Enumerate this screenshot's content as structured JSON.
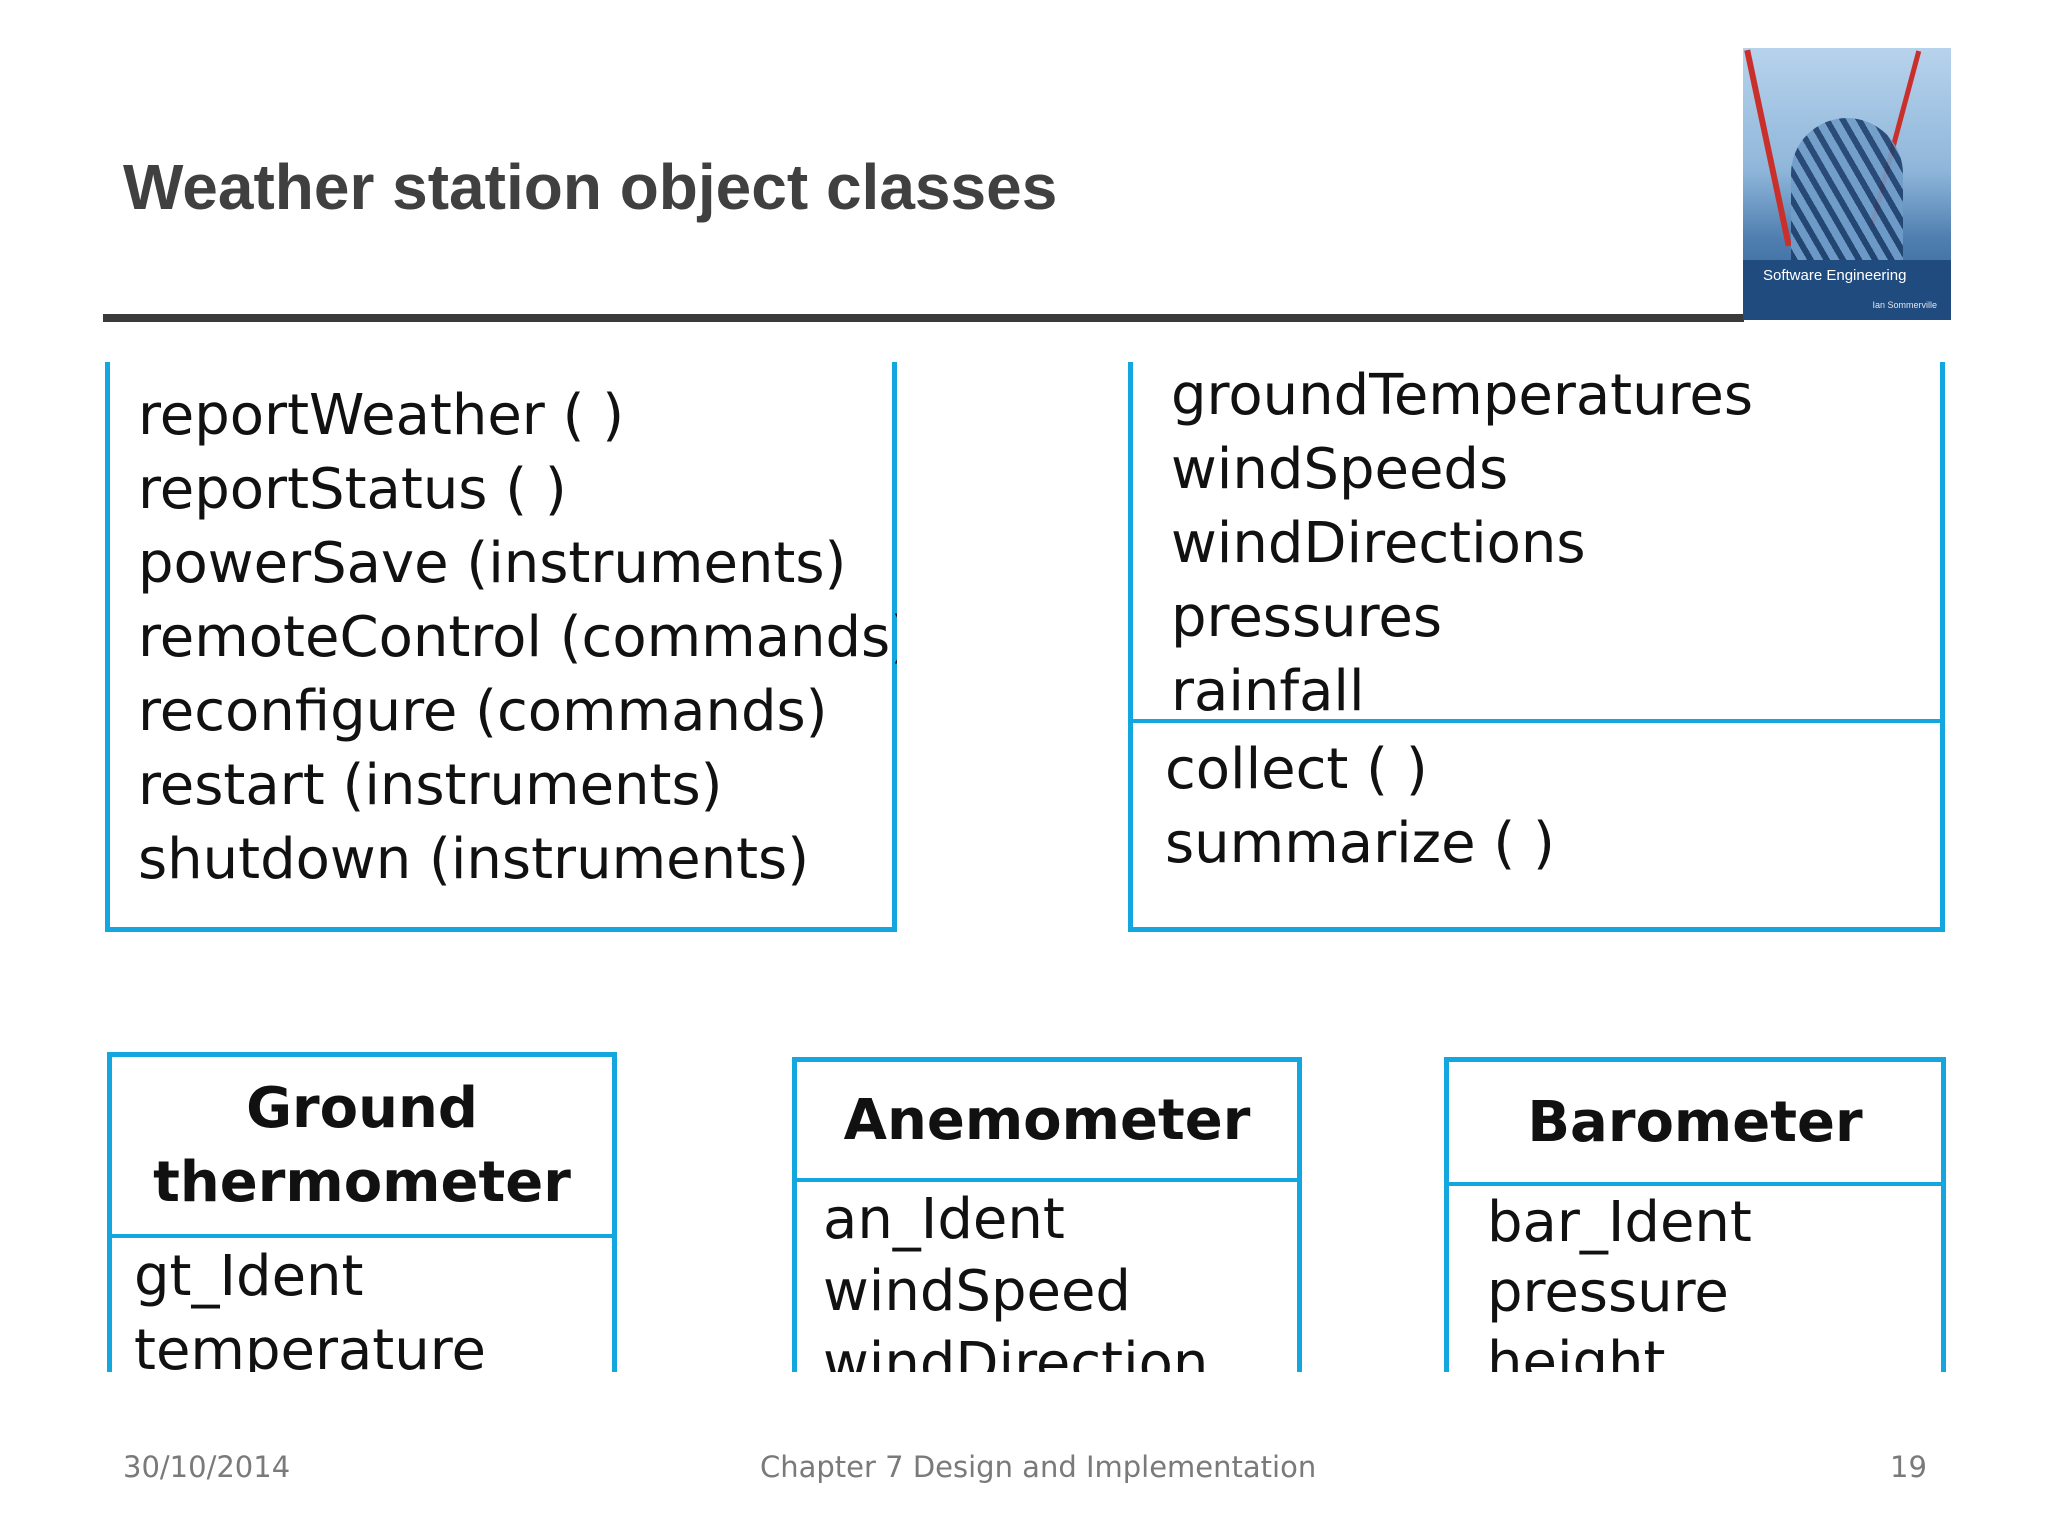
{
  "slide": {
    "title": "Weather station object classes"
  },
  "cover": {
    "title": "Software Engineering",
    "author": "Ian Sommerville"
  },
  "weather_station_ops": [
    "reportWeather ( )",
    "reportStatus ( )",
    "powerSave (instruments)",
    "remoteControl (commands)",
    "reconfigure (commands)",
    "restart (instruments)",
    "shutdown (instruments)"
  ],
  "weather_data": {
    "attributes": [
      "groundTemperatures",
      "windSpeeds",
      "windDirections",
      "pressures",
      "rainfall"
    ],
    "operations": [
      "collect ( )",
      "summarize ( )"
    ]
  },
  "ground_thermometer": {
    "name_line1": "Ground",
    "name_line2": "thermometer",
    "attributes": [
      "gt_Ident",
      "temperature"
    ]
  },
  "anemometer": {
    "name": "Anemometer",
    "attributes": [
      "an_Ident",
      "windSpeed",
      "windDirection"
    ]
  },
  "barometer": {
    "name": "Barometer",
    "attributes": [
      "bar_Ident",
      "pressure",
      "height"
    ]
  },
  "footer": {
    "date": "30/10/2014",
    "chapter": "Chapter 7 Design and Implementation",
    "page": "19"
  },
  "colors": {
    "box_border": "#14a6de",
    "title": "#404040",
    "footer": "#7a7a7a"
  }
}
